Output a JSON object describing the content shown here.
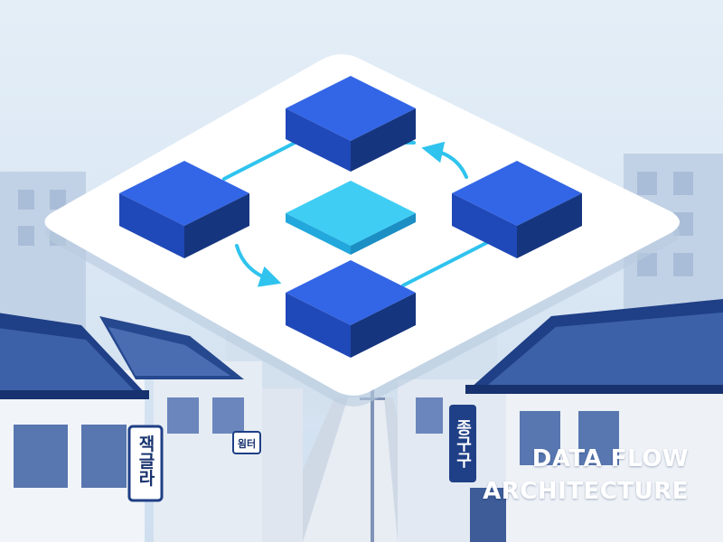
{
  "illustration": {
    "caption_line1": "DATA FLOW",
    "caption_line2": "ARCHITECTURE",
    "signs": {
      "left_vertical": "잭글라",
      "left_small": "욈터",
      "right_vertical": "종구구"
    }
  },
  "diagram": {
    "nodes": [
      {
        "id": "top",
        "role": "block"
      },
      {
        "id": "left",
        "role": "block"
      },
      {
        "id": "center",
        "role": "hub"
      },
      {
        "id": "right",
        "role": "block"
      },
      {
        "id": "bottom",
        "role": "block"
      }
    ],
    "connections": [
      {
        "from": "left",
        "to": "top",
        "style": "line"
      },
      {
        "from": "left",
        "to": "bottom",
        "style": "arrow"
      },
      {
        "from": "bottom",
        "to": "right",
        "style": "line"
      },
      {
        "from": "right",
        "to": "top",
        "style": "arrow"
      }
    ]
  },
  "colors": {
    "block_top": "#2f5fe0",
    "block_side": "#1a3a9c",
    "hub": "#38c4f0",
    "connector": "#2fc3ee",
    "platform": "#ffffff",
    "sky": "#dce8f4"
  }
}
